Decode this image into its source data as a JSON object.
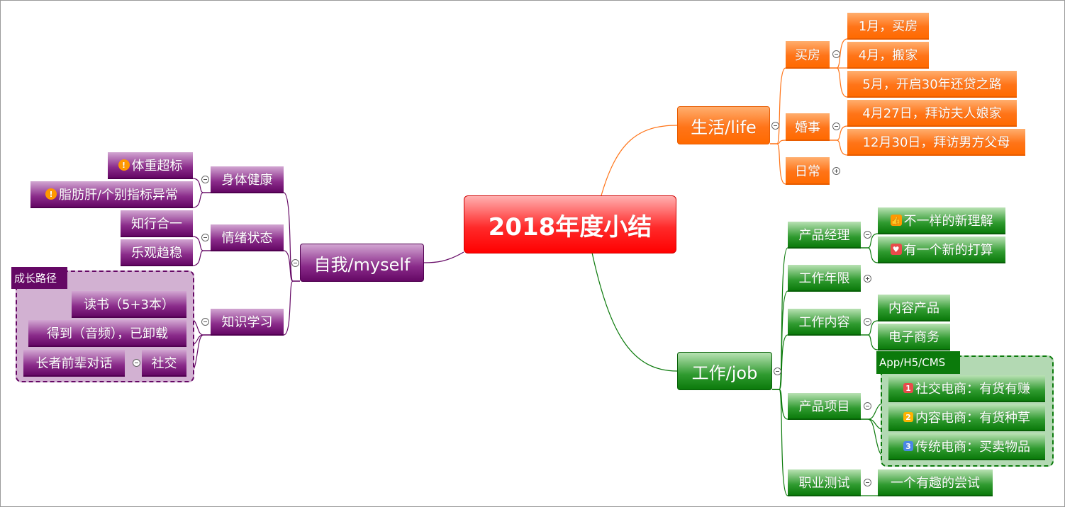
{
  "center": {
    "title": "2018年度小结"
  },
  "life": {
    "label": "生活/life",
    "children": [
      {
        "label": "买房",
        "items": [
          "1月，买房",
          "4月，搬家",
          "5月，开启30年还贷之路"
        ]
      },
      {
        "label": "婚事",
        "items": [
          "4月27日，拜访夫人娘家",
          "12月30日，拜访男方父母"
        ]
      },
      {
        "label": "日常",
        "collapsed": true
      }
    ]
  },
  "job": {
    "label": "工作/job",
    "children": [
      {
        "label": "产品经理",
        "items": [
          {
            "icon": "thumbs-up-icon",
            "text": "不一样的新理解"
          },
          {
            "icon": "heart-icon",
            "text": "有一个新的打算"
          }
        ]
      },
      {
        "label": "工作年限",
        "collapsed": true
      },
      {
        "label": "工作内容",
        "items": [
          "内容产品",
          "电子商务"
        ]
      },
      {
        "label": "产品项目",
        "boundary": "App/H5/CMS",
        "items": [
          {
            "priority": "1",
            "text": "社交电商：有货有赚"
          },
          {
            "priority": "2",
            "text": "内容电商：有货种草"
          },
          {
            "priority": "3",
            "text": "传统电商：买卖物品"
          }
        ]
      },
      {
        "label": "职业测试",
        "items": [
          "一个有趣的尝试"
        ]
      }
    ]
  },
  "myself": {
    "label": "自我/myself",
    "children": [
      {
        "label": "身体健康",
        "items": [
          {
            "icon": "warning-icon",
            "text": "体重超标"
          },
          {
            "icon": "warning-icon",
            "text": "脂肪肝/个别指标异常"
          }
        ]
      },
      {
        "label": "情绪状态",
        "items": [
          "知行合一",
          "乐观趋稳"
        ]
      },
      {
        "label": "知识学习",
        "boundary": "成长路径",
        "items": [
          "读书（5+3本）",
          "得到（音频），已卸载",
          "社交"
        ],
        "sub": "长者前辈对话"
      }
    ]
  },
  "colors": {
    "life": "#ff7418",
    "job": "#0b7a0b",
    "myself": "#650865",
    "center": "#ff0000"
  }
}
